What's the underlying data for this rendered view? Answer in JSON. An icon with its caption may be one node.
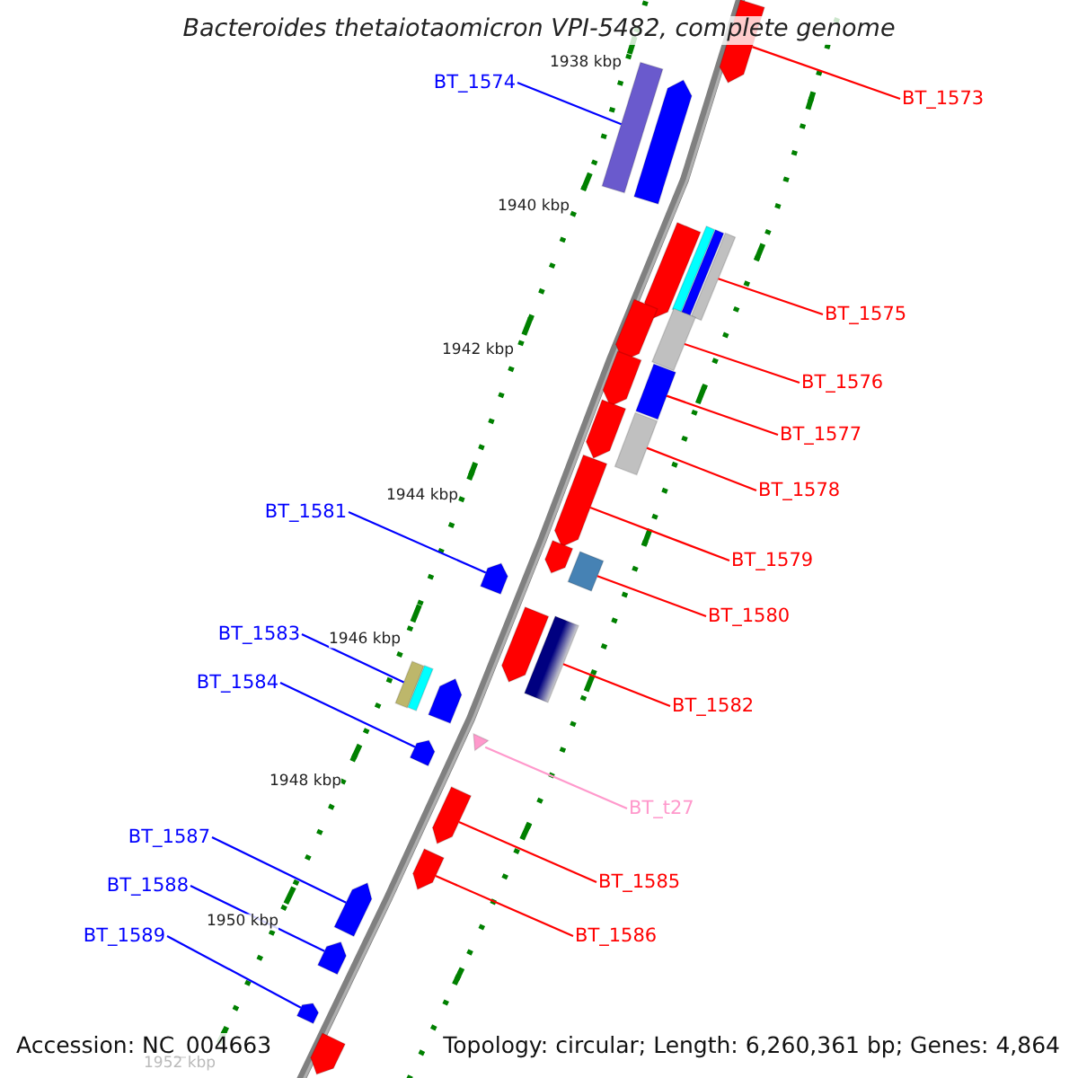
{
  "diagram": {
    "title": "Bacteroides thetaiotaomicron VPI-5482, complete genome",
    "nodes": [
      {
        "text": [
          "BT_1573"
        ]
      },
      {
        "text": [],
        "shape": "pentagon"
      },
      {
        "text": [
          "BT_1574"
        ]
      },
      {
        "text": [],
        "shape": "bar"
      },
      {
        "text": [
          "BT_1575"
        ]
      },
      {
        "text": [],
        "shape": "bar"
      },
      {
        "text": [
          "BT_1576"
        ]
      },
      {
        "text": [],
        "shape": "bar"
      },
      {
        "text": [
          "BT_1577"
        ]
      },
      {
        "text": [],
        "shape": "bar"
      },
      {
        "text": [
          "BT_1578"
        ]
      },
      {
        "text": [],
        "shape": "bar"
      },
      {
        "text": [
          "BT_1581"
        ]
      },
      {
        "text": [],
        "shape": "pentagon"
      },
      {
        "text": [
          "BT_1579"
        ]
      },
      {
        "text": [],
        "shape": "pentagon"
      },
      {
        "text": [
          "BT_1580"
        ]
      },
      {
        "text": [],
        "shape": "bar"
      },
      {
        "text": [
          "BT_1583"
        ]
      },
      {
        "text": [],
        "shape": "bar"
      },
      {
        "text": [
          "BT_1584"
        ]
      },
      {
        "text": [],
        "shape": "pentagon"
      },
      {
        "text": [
          "BT_1582"
        ]
      },
      {
        "text": [],
        "shape": "bar"
      },
      {
        "text": [
          "BT_t27"
        ]
      },
      {
        "text": [],
        "shape": "triangle"
      },
      {
        "text": [
          "BT_1587"
        ]
      },
      {
        "text": [],
        "shape": "pentagon"
      },
      {
        "text": [
          "BT_1585"
        ]
      },
      {
        "text": [],
        "shape": "pentagon"
      },
      {
        "text": [
          "BT_1588"
        ]
      },
      {
        "text": [],
        "shape": "pentagon"
      },
      {
        "text": [
          "BT_1586"
        ]
      },
      {
        "text": [],
        "shape": "pentagon"
      },
      {
        "text": [
          "BT_1589"
        ]
      },
      {
        "text": [],
        "shape": "pentagon"
      },
      {
        "text": [],
        "shape": "pentagon"
      },
      {
        "text": [],
        "shape": "pentagon"
      },
      {
        "text": [],
        "shape": "bar"
      },
      {
        "text": [],
        "shape": "bar"
      },
      {
        "text": [],
        "shape": "pentagon"
      },
      {
        "text": [],
        "shape": "pentagon"
      },
      {
        "text": [],
        "shape": "pentagon"
      },
      {
        "text": [],
        "shape": "pentagon"
      },
      {
        "text": [],
        "shape": "pentagon"
      },
      {
        "text": [],
        "shape": "bar"
      },
      {
        "text": [],
        "shape": "pentagon"
      },
      {
        "text": [],
        "shape": "pentagon"
      }
    ],
    "edges": [
      {
        "from": 0,
        "to": 1,
        "arrow": "none"
      },
      {
        "from": 2,
        "to": 3,
        "arrow": "none",
        "color": "#0000ff"
      },
      {
        "from": 4,
        "to": 5,
        "arrow": "none"
      },
      {
        "from": 6,
        "to": 7,
        "arrow": "none"
      },
      {
        "from": 8,
        "to": 9,
        "arrow": "none"
      },
      {
        "from": 10,
        "to": 11,
        "arrow": "none"
      },
      {
        "from": 12,
        "to": 13,
        "arrow": "none",
        "color": "#0000ff"
      },
      {
        "from": 14,
        "to": 15,
        "arrow": "none"
      },
      {
        "from": 16,
        "to": 17,
        "arrow": "none"
      },
      {
        "from": 18,
        "to": 19,
        "arrow": "none",
        "color": "#0000ff"
      },
      {
        "from": 20,
        "to": 21,
        "arrow": "none",
        "color": "#0000ff"
      },
      {
        "from": 22,
        "to": 23,
        "arrow": "none"
      },
      {
        "from": 24,
        "to": 25,
        "arrow": "none",
        "color": "#ff99cc"
      },
      {
        "from": 26,
        "to": 27,
        "arrow": "none",
        "color": "#0000ff"
      },
      {
        "from": 28,
        "to": 29,
        "arrow": "none"
      },
      {
        "from": 30,
        "to": 31,
        "arrow": "none",
        "color": "#0000ff"
      },
      {
        "from": 32,
        "to": 33,
        "arrow": "none"
      },
      {
        "from": 34,
        "to": 35,
        "arrow": "none",
        "color": "#0000ff"
      }
    ],
    "labels": [
      "1938 kbp",
      "1940 kbp",
      "1942 kbp",
      "1944 kbp",
      "1946 kbp",
      "1948 kbp",
      "1950 kbp",
      "Accession: NC_004663",
      "Topology: circular; Length: 6,260,361 bp; Genes: 4,864",
      "1952 kbp"
    ]
  }
}
